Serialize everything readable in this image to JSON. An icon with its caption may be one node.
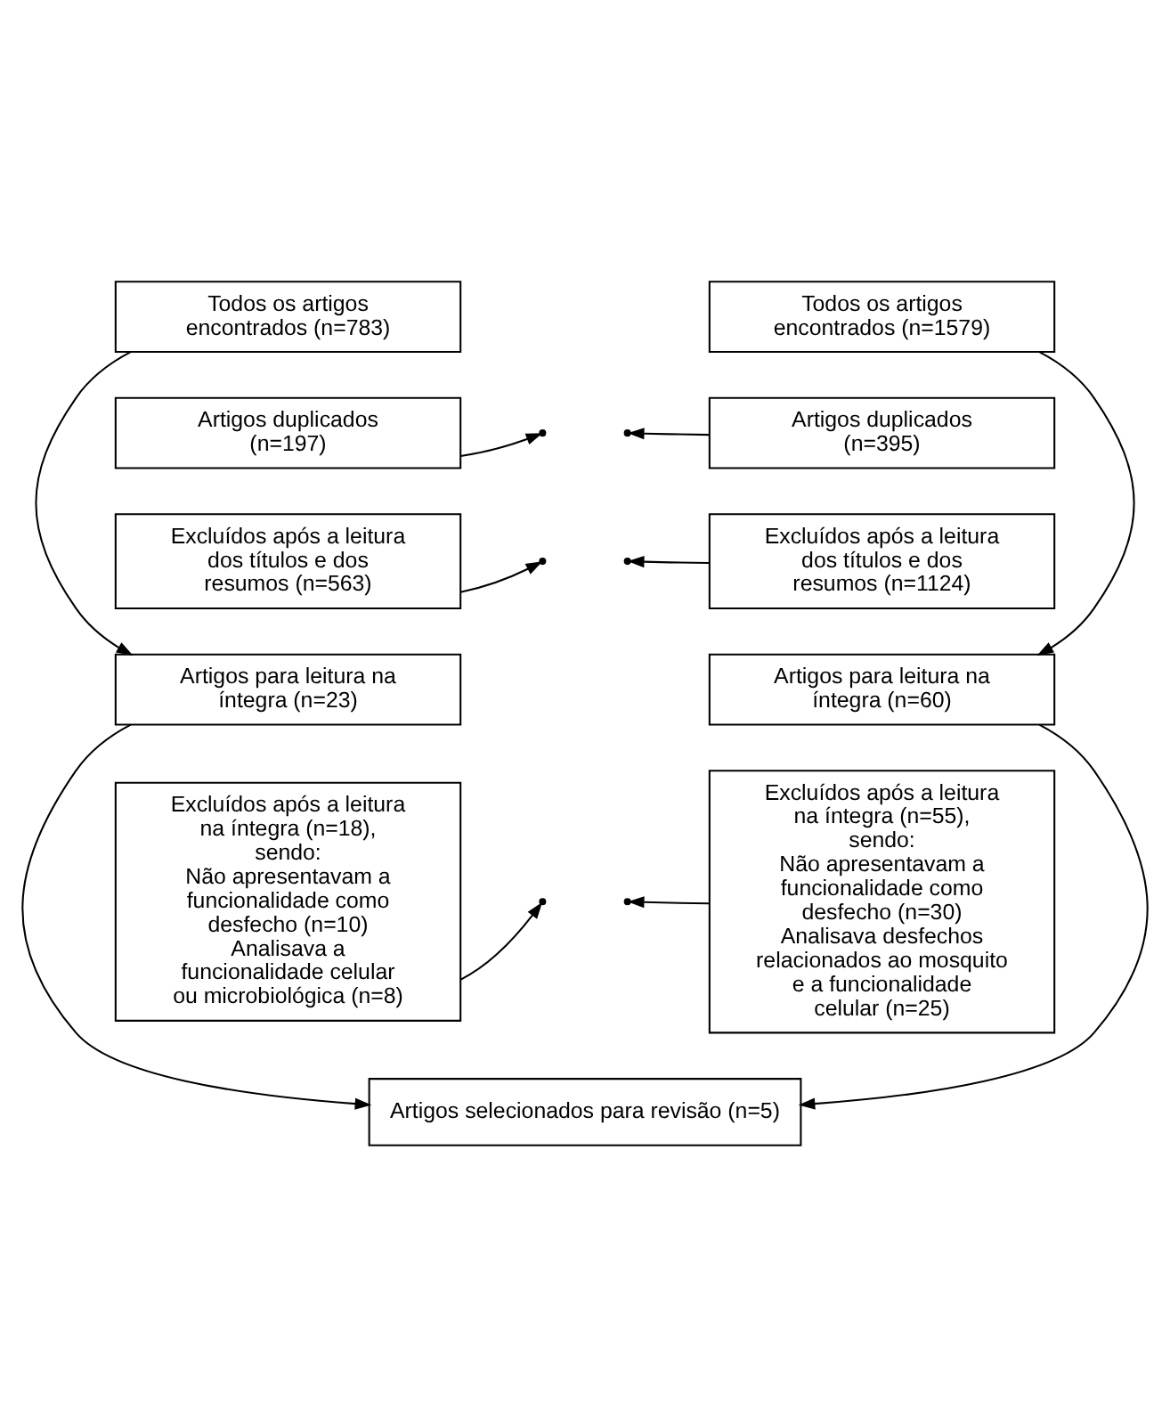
{
  "diagram": {
    "nodes": [
      {
        "text": [
          "Todos os artigos encontrados (n=783)"
        ]
      },
      {
        "text": [
          "Artigos duplicados (n=197)"
        ]
      },
      {
        "text": [
          "Excluídos após a leitura dos títulos e dos resumos (n=563)"
        ]
      },
      {
        "text": [
          "Artigos para leitura na íntegra (n=23)"
        ]
      },
      {
        "text": [
          "Excluídos após a leitura na íntegra (n=18), sendo:",
          "Não apresentavam a funcionalidade como desfecho (n=10)",
          "Analisava a funcionalidade celular ou microbiológica (n=8)"
        ]
      },
      {
        "text": [
          "Todos os artigos encontrados (n=1579)"
        ]
      },
      {
        "text": [
          "Artigos duplicados (n=395)"
        ]
      },
      {
        "text": [
          "Excluídos após a leitura dos títulos e dos resumos (n=1124)"
        ]
      },
      {
        "text": [
          "Artigos para leitura na íntegra (n=60)"
        ]
      },
      {
        "text": [
          "Excluídos após a leitura na íntegra (n=55), sendo:",
          "Não apresentavam a funcionalidade como desfecho (n=30)",
          "Analisava desfechos relacionados ao mosquito e a funcionalidade celular (n=25)"
        ]
      },
      {
        "text": [
          "Artigos selecionados para revisão (n=5)"
        ]
      }
    ],
    "edges": [
      {
        "from": 0,
        "to": 3,
        "arrow": "to"
      },
      {
        "from": 1,
        "to": null,
        "arrow": "to"
      },
      {
        "from": 2,
        "to": null,
        "arrow": "to"
      },
      {
        "from": 3,
        "to": 10,
        "arrow": "to"
      },
      {
        "from": 4,
        "to": null,
        "arrow": "to"
      },
      {
        "from": 5,
        "to": 8,
        "arrow": "to"
      },
      {
        "from": 6,
        "to": null,
        "arrow": "to"
      },
      {
        "from": 7,
        "to": null,
        "arrow": "to"
      },
      {
        "from": 8,
        "to": 10,
        "arrow": "to"
      },
      {
        "from": 9,
        "to": null,
        "arrow": "to"
      }
    ]
  }
}
